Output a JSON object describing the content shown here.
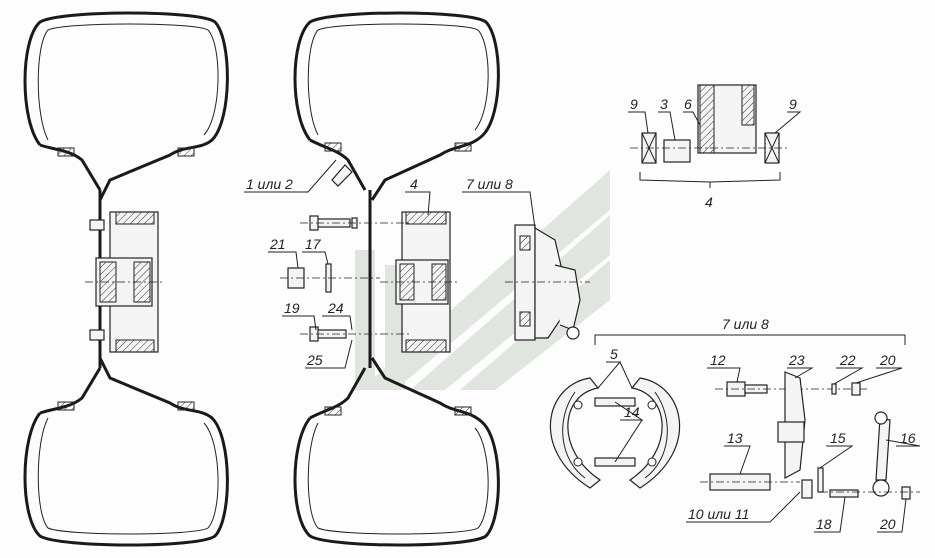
{
  "labels": {
    "l1": "1 или 2",
    "l3": "3",
    "l4a": "4",
    "l4b": "4",
    "l5": "5",
    "l6": "6",
    "l7a": "7 или 8",
    "l7b": "7 или 8",
    "l9a": "9",
    "l9b": "9",
    "l10": "10 или 11",
    "l12": "12",
    "l13": "13",
    "l14": "14",
    "l15": "15",
    "l16": "16",
    "l17": "17",
    "l18": "18",
    "l19": "19",
    "l20a": "20",
    "l20b": "20",
    "l21": "21",
    "l22": "22",
    "l23": "23",
    "l24": "24",
    "l25": "25"
  },
  "colors": {
    "line": "#222222",
    "watermark": "#c9d3c9"
  }
}
